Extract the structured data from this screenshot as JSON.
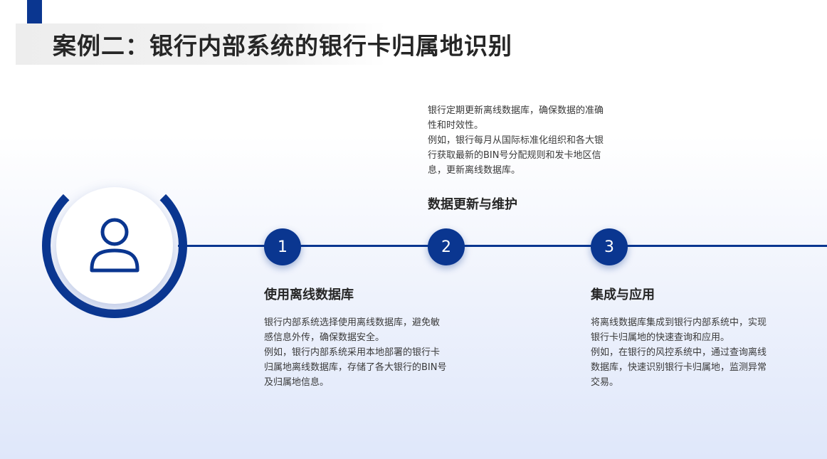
{
  "title": "案例二：银行内部系统的银行卡归属地识别",
  "colors": {
    "accent": "#0a3690",
    "title": "#262626",
    "text": "#3a3a3a"
  },
  "hero_icon": "user-icon",
  "steps": [
    {
      "number": "1",
      "heading": "使用离线数据库",
      "lines": [
        "银行内部系统选择使用离线数据库，避免敏",
        "感信息外传，确保数据安全。",
        "例如，银行内部系统采用本地部署的银行卡",
        "归属地离线数据库，存储了各大银行的BIN号",
        "及归属地信息。"
      ]
    },
    {
      "number": "2",
      "heading": "数据更新与维护",
      "lines": [
        "银行定期更新离线数据库，确保数据的准确",
        "性和时效性。",
        "例如，银行每月从国际标准化组织和各大银",
        "行获取最新的BIN号分配规则和发卡地区信",
        "息，更新离线数据库。"
      ]
    },
    {
      "number": "3",
      "heading": "集成与应用",
      "lines": [
        "将离线数据库集成到银行内部系统中，实现",
        "银行卡归属地的快速查询和应用。",
        "例如，在银行的风控系统中，通过查询离线",
        "数据库，快速识别银行卡归属地，监测异常",
        "交易。"
      ]
    }
  ]
}
